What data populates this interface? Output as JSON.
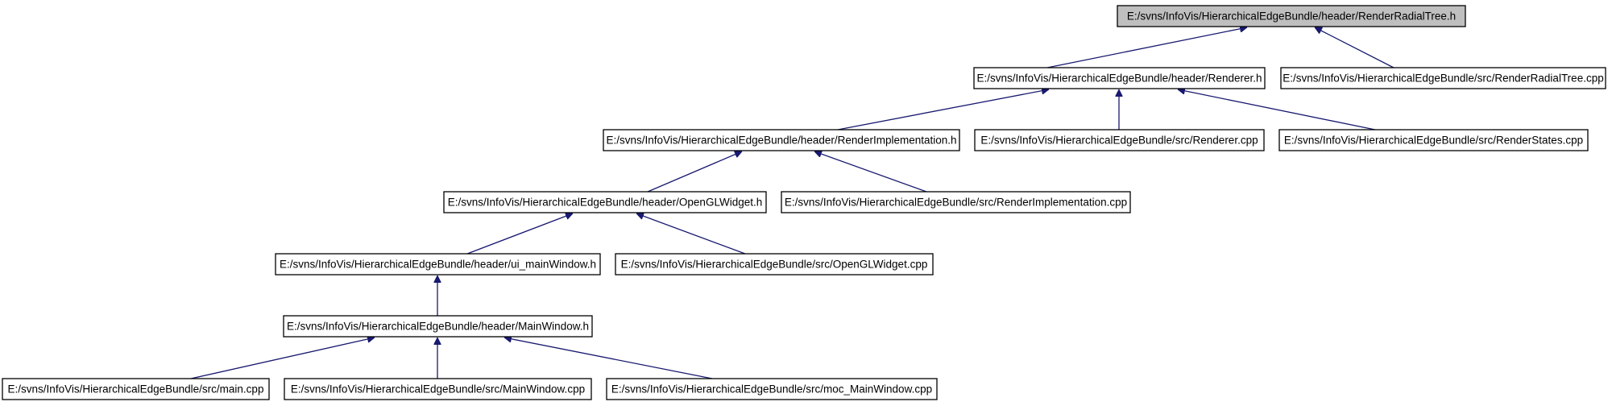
{
  "graph": {
    "colors": {
      "edge": "#191970",
      "node_fill": "#ffffff",
      "root_fill": "#bfbfbf",
      "border": "#000000"
    },
    "root": "E:/svns/InfoVis/HierarchicalEdgeBundle/header/RenderRadialTree.h",
    "nodes": {
      "render_radial_tree_h": "E:/svns/InfoVis/HierarchicalEdgeBundle/header/RenderRadialTree.h",
      "renderer_h": "E:/svns/InfoVis/HierarchicalEdgeBundle/header/Renderer.h",
      "render_radial_tree_cpp": "E:/svns/InfoVis/HierarchicalEdgeBundle/src/RenderRadialTree.cpp",
      "render_implementation_h": "E:/svns/InfoVis/HierarchicalEdgeBundle/header/RenderImplementation.h",
      "renderer_cpp": "E:/svns/InfoVis/HierarchicalEdgeBundle/src/Renderer.cpp",
      "render_states_cpp": "E:/svns/InfoVis/HierarchicalEdgeBundle/src/RenderStates.cpp",
      "opengl_widget_h": "E:/svns/InfoVis/HierarchicalEdgeBundle/header/OpenGLWidget.h",
      "render_implementation_cpp": "E:/svns/InfoVis/HierarchicalEdgeBundle/src/RenderImplementation.cpp",
      "ui_main_window_h": "E:/svns/InfoVis/HierarchicalEdgeBundle/header/ui_mainWindow.h",
      "opengl_widget_cpp": "E:/svns/InfoVis/HierarchicalEdgeBundle/src/OpenGLWidget.cpp",
      "main_window_h": "E:/svns/InfoVis/HierarchicalEdgeBundle/header/MainWindow.h",
      "main_cpp": "E:/svns/InfoVis/HierarchicalEdgeBundle/src/main.cpp",
      "main_window_cpp": "E:/svns/InfoVis/HierarchicalEdgeBundle/src/MainWindow.cpp",
      "moc_main_window_cpp": "E:/svns/InfoVis/HierarchicalEdgeBundle/src/moc_MainWindow.cpp"
    },
    "edges": [
      {
        "from": "renderer_h",
        "to": "render_radial_tree_h"
      },
      {
        "from": "render_radial_tree_cpp",
        "to": "render_radial_tree_h"
      },
      {
        "from": "render_implementation_h",
        "to": "renderer_h"
      },
      {
        "from": "renderer_cpp",
        "to": "renderer_h"
      },
      {
        "from": "render_states_cpp",
        "to": "renderer_h"
      },
      {
        "from": "opengl_widget_h",
        "to": "render_implementation_h"
      },
      {
        "from": "render_implementation_cpp",
        "to": "render_implementation_h"
      },
      {
        "from": "ui_main_window_h",
        "to": "opengl_widget_h"
      },
      {
        "from": "opengl_widget_cpp",
        "to": "opengl_widget_h"
      },
      {
        "from": "main_window_h",
        "to": "ui_main_window_h"
      },
      {
        "from": "main_cpp",
        "to": "main_window_h"
      },
      {
        "from": "main_window_cpp",
        "to": "main_window_h"
      },
      {
        "from": "moc_main_window_cpp",
        "to": "main_window_h"
      }
    ]
  }
}
